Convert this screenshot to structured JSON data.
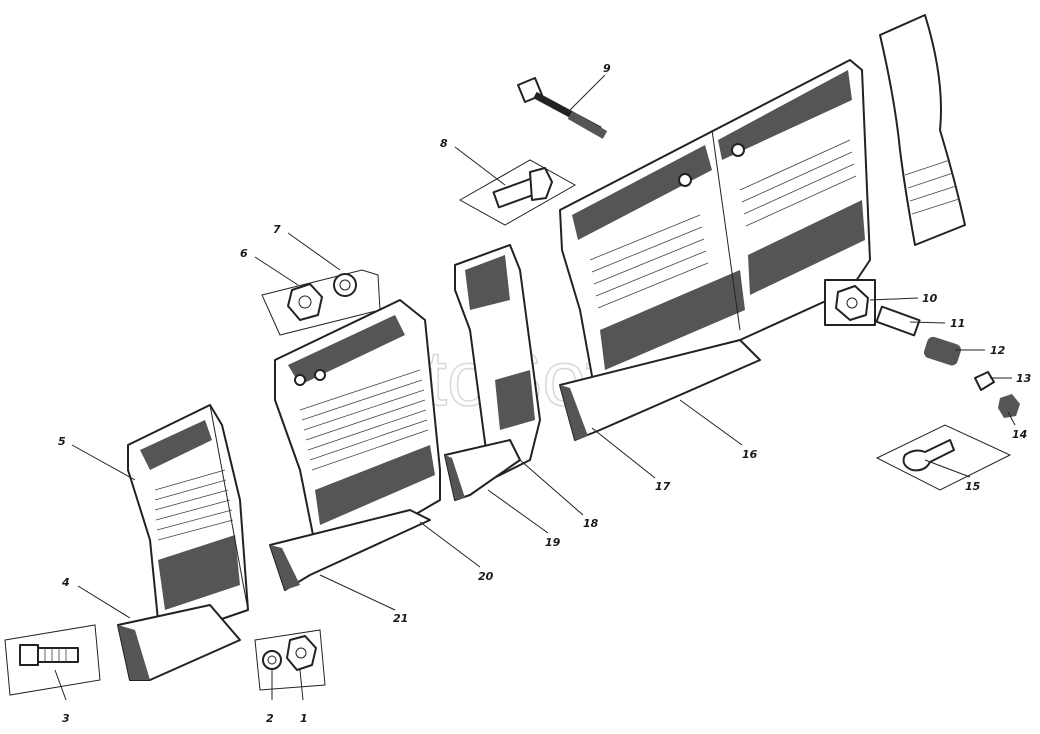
{
  "diagram": {
    "watermark": "AutoSoft",
    "callouts": [
      {
        "id": "c1",
        "label": "1"
      },
      {
        "id": "c2",
        "label": "2"
      },
      {
        "id": "c3",
        "label": "3"
      },
      {
        "id": "c4",
        "label": "4"
      },
      {
        "id": "c5",
        "label": "5"
      },
      {
        "id": "c6",
        "label": "6"
      },
      {
        "id": "c7",
        "label": "7"
      },
      {
        "id": "c8",
        "label": "8"
      },
      {
        "id": "c9",
        "label": "9"
      },
      {
        "id": "c10",
        "label": "10"
      },
      {
        "id": "c11",
        "label": "11"
      },
      {
        "id": "c12",
        "label": "12"
      },
      {
        "id": "c13",
        "label": "13"
      },
      {
        "id": "c14",
        "label": "14"
      },
      {
        "id": "c15",
        "label": "15"
      },
      {
        "id": "c16",
        "label": "16"
      },
      {
        "id": "c17",
        "label": "17"
      },
      {
        "id": "c18",
        "label": "18"
      },
      {
        "id": "c19",
        "label": "19"
      },
      {
        "id": "c20",
        "label": "20"
      },
      {
        "id": "c21",
        "label": "21"
      }
    ]
  }
}
